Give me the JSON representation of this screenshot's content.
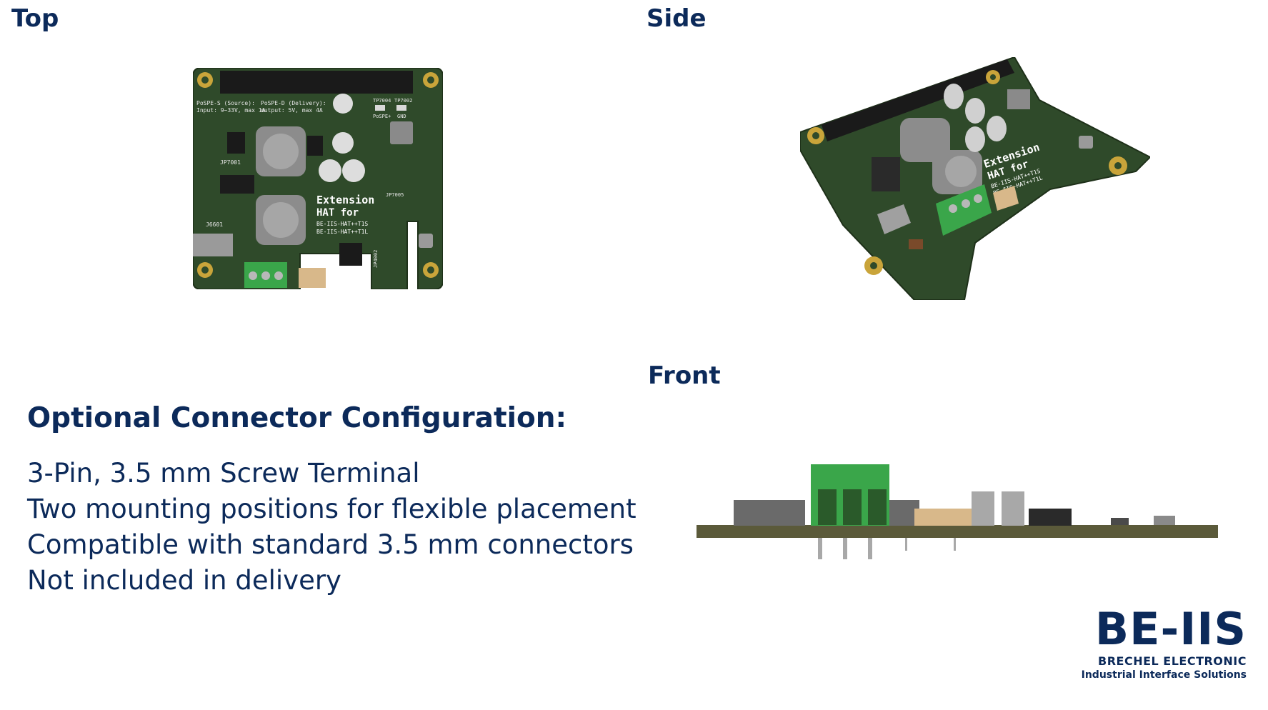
{
  "views": {
    "top": "Top",
    "side": "Side",
    "front": "Front"
  },
  "board_silkscreen": {
    "source": "PoSPE-S (Source):",
    "source_spec": "Input: 9~33V, max 1A",
    "delivery": "PoSPE-D (Delivery):",
    "delivery_spec": "output: 5V, max 4A",
    "jumper_1": "JP7001",
    "jumper_2": "JP7005",
    "jumper_3": "JP4002",
    "header": "J6601",
    "tp1": "TP7004",
    "tp2": "TP7002",
    "pospe": "PoSPE+",
    "gnd": "GND",
    "title_1": "Extension",
    "title_2": "HAT for",
    "model_1": "BE-IIS-HAT++T1S",
    "model_2": "BE-IIS-HAT++T1L"
  },
  "section": {
    "heading": "Optional Connector Configuration:",
    "features": [
      "3-Pin, 3.5 mm Screw Terminal",
      "Two mounting positions for flexible placement",
      "Compatible with standard 3.5 mm connectors",
      "Not included in delivery"
    ]
  },
  "logo": {
    "mark": "BE-IIS",
    "company": "BRECHEL ELECTRONIC",
    "tagline": "Industrial Interface Solutions"
  },
  "colors": {
    "brand_navy": "#0c2a5a",
    "pcb_green": "#2f4a2a",
    "terminal_green": "#3aa64a",
    "mount_gold": "#c9a43a"
  }
}
